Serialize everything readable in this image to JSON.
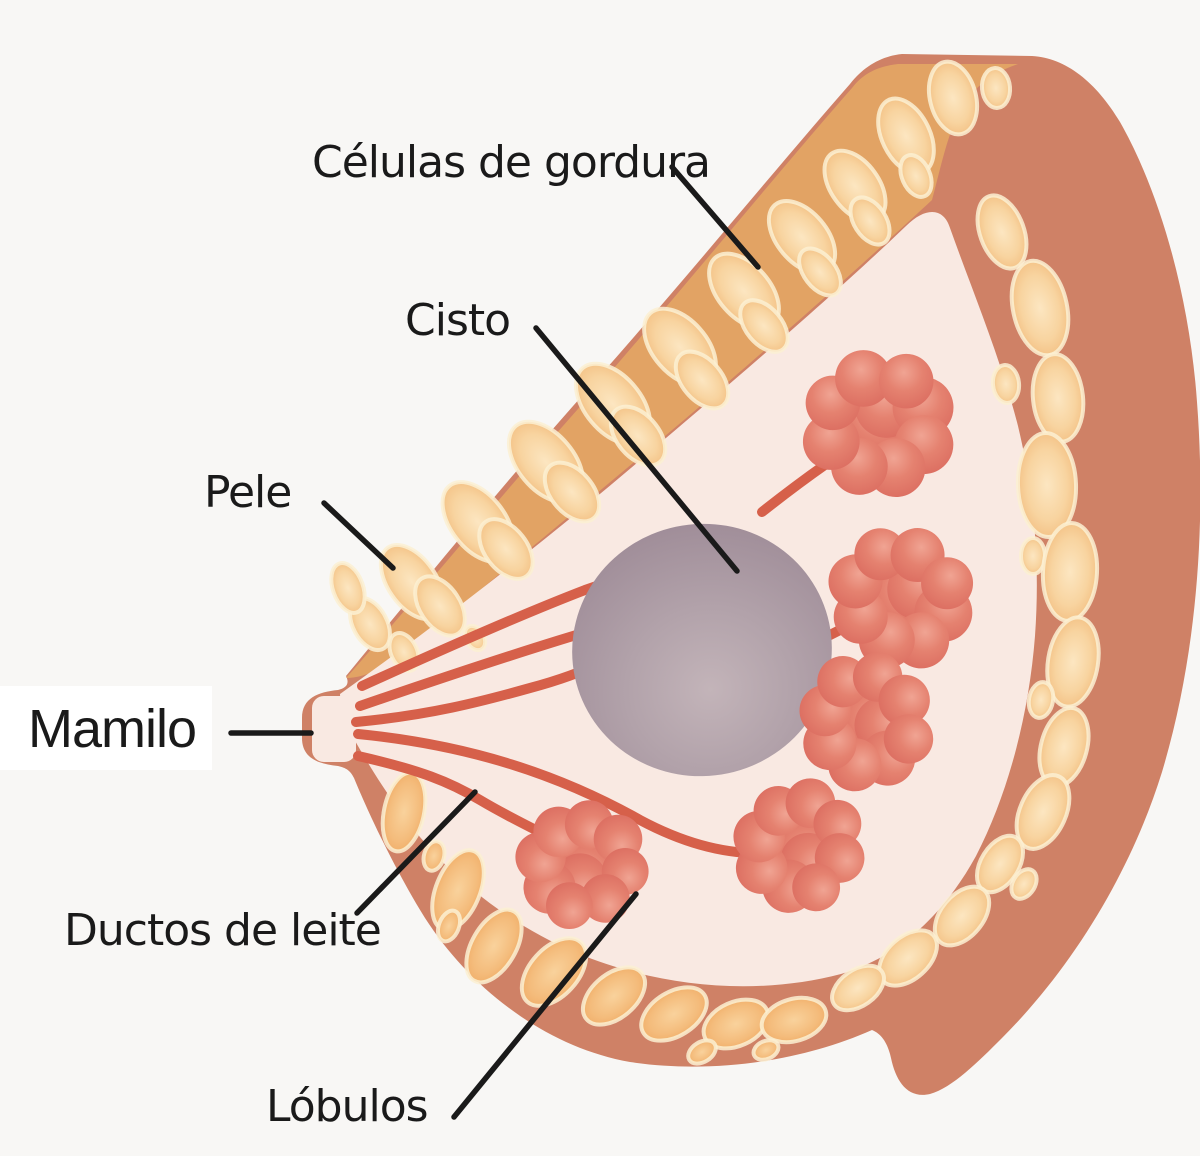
{
  "diagram": {
    "description": "Cross-section anatomy diagram of a breast with a cyst, labeled in Portuguese",
    "labels": {
      "fat_cells": "Células de gordura",
      "cyst": "Cisto",
      "skin": "Pele",
      "nipple": "Mamilo",
      "milk_ducts": "Ductos de leite",
      "lobules": "Lóbulos"
    },
    "colors": {
      "background": "#f8f7f5",
      "skin_body": "#cf8166",
      "fat_layer_band": "#e2a364",
      "fat_cell_light": "#fce6c1",
      "fat_cell_dark": "#f1b878",
      "fat_cell_outline": "#fcf0d2",
      "inner_tissue": "#f9e9e2",
      "milk_duct": "#d6604a",
      "lobule": "#e0766a",
      "cyst_fill": "#ab97a0",
      "label_text": "#1a1a1a",
      "leader_line": "#1a1a1a",
      "label_background": "#ffffff"
    }
  }
}
